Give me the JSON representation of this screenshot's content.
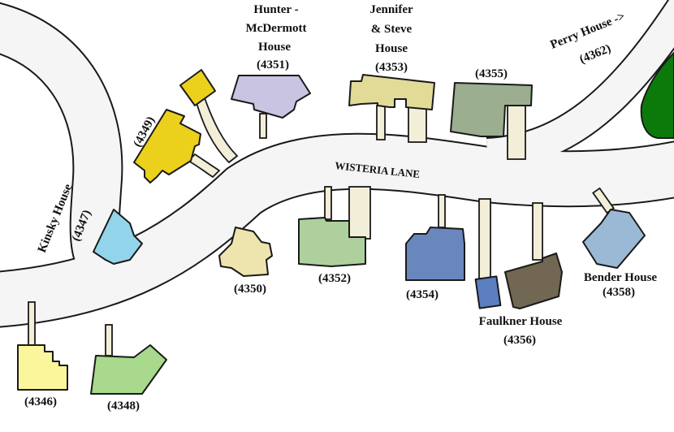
{
  "map": {
    "street": "WISTERIA LANE",
    "houses": {
      "h4346": {
        "number": "(4346)",
        "color": "#fbf59c"
      },
      "h4347": {
        "name": "Kinsky House",
        "number": "(4347)",
        "color": "#92d5ea"
      },
      "h4348": {
        "number": "(4348)",
        "color": "#a8d98c"
      },
      "h4349": {
        "number": "(4349)",
        "color": "#ebd01c"
      },
      "h4350": {
        "number": "(4350)",
        "color": "#eee4ae"
      },
      "h4351": {
        "name_line1": "Hunter -",
        "name_line2": "McDermott",
        "name_line3": "House",
        "number": "(4351)",
        "color": "#c9c4e1"
      },
      "h4352": {
        "number": "(4352)",
        "color": "#aed09c"
      },
      "h4353": {
        "name_line1": "Jennifer",
        "name_line2": "& Steve",
        "name_line3": "House",
        "number": "(4353)",
        "color": "#e2db98"
      },
      "h4354": {
        "number": "(4354)",
        "color": "#6a87bd"
      },
      "h4355": {
        "number": "(4355)",
        "color": "#9bae8f"
      },
      "h4356": {
        "name": "Faulkner House",
        "number": "(4356)",
        "color": "#716752",
        "annex_color": "#5b7ec0"
      },
      "h4358": {
        "name": "Bender House",
        "number": "(4358)",
        "color": "#9ab9d5"
      },
      "h4362": {
        "name": "Perry House ->",
        "number": "(4362)"
      }
    },
    "park_color": "#0b7a0b"
  }
}
